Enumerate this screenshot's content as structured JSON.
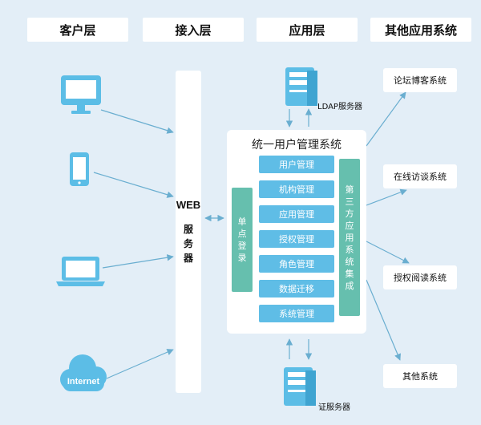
{
  "layers": [
    "客户层",
    "接入层",
    "应用层",
    "其他应用系统"
  ],
  "web_server": {
    "line1": "WEB",
    "chars": [
      "服",
      "务",
      "器"
    ]
  },
  "ldap_label": "LDAP服务器",
  "cert_label": "证服务器",
  "internet_label": "Internet",
  "main_system": {
    "title": "统一用户管理系统",
    "sso": [
      "单",
      "点",
      "登",
      "录"
    ],
    "third_party": [
      "第",
      "三",
      "方",
      "应",
      "用",
      "系",
      "统",
      "集",
      "成"
    ],
    "modules": [
      "用户管理",
      "机构管理",
      "应用管理",
      "授权管理",
      "角色管理",
      "数据迁移",
      "系统管理"
    ]
  },
  "external_systems": [
    "论坛博客系统",
    "在线访谈系统",
    "授权阅读系统",
    "其他系统"
  ],
  "colors": {
    "background": "#e3eef7",
    "icon": "#5cbde6",
    "module": "#5fbde6",
    "bar": "#66bfae",
    "arrow": "#6aaed0"
  }
}
